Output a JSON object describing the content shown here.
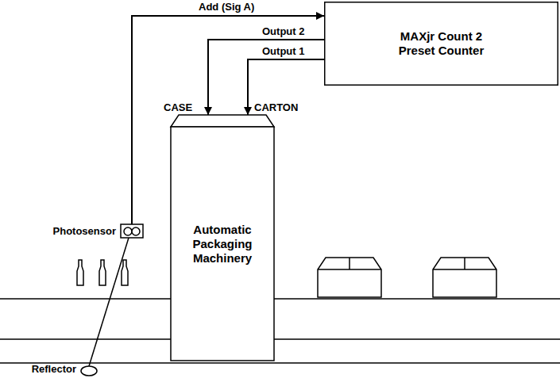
{
  "diagram": {
    "nodes": [
      {
        "text": [
          "MAXjr Count 2 Preset Counter"
        ]
      },
      {
        "text": [
          "Automatic Packaging Machinery"
        ]
      },
      {
        "text": [
          "Photosensor"
        ]
      },
      {
        "text": [
          "Reflector"
        ]
      }
    ],
    "edges": [
      {
        "from": 2,
        "to": 0,
        "arrow": "to",
        "label": "Add (Sig A)"
      },
      {
        "from": 0,
        "to": 1,
        "arrow": "to",
        "label": "Output 2"
      },
      {
        "from": 0,
        "to": 1,
        "arrow": "to",
        "label": "Output 1"
      },
      {
        "from": 2,
        "to": 3,
        "arrow": "none"
      }
    ],
    "labels": [
      "CASE",
      "CARTON"
    ]
  }
}
